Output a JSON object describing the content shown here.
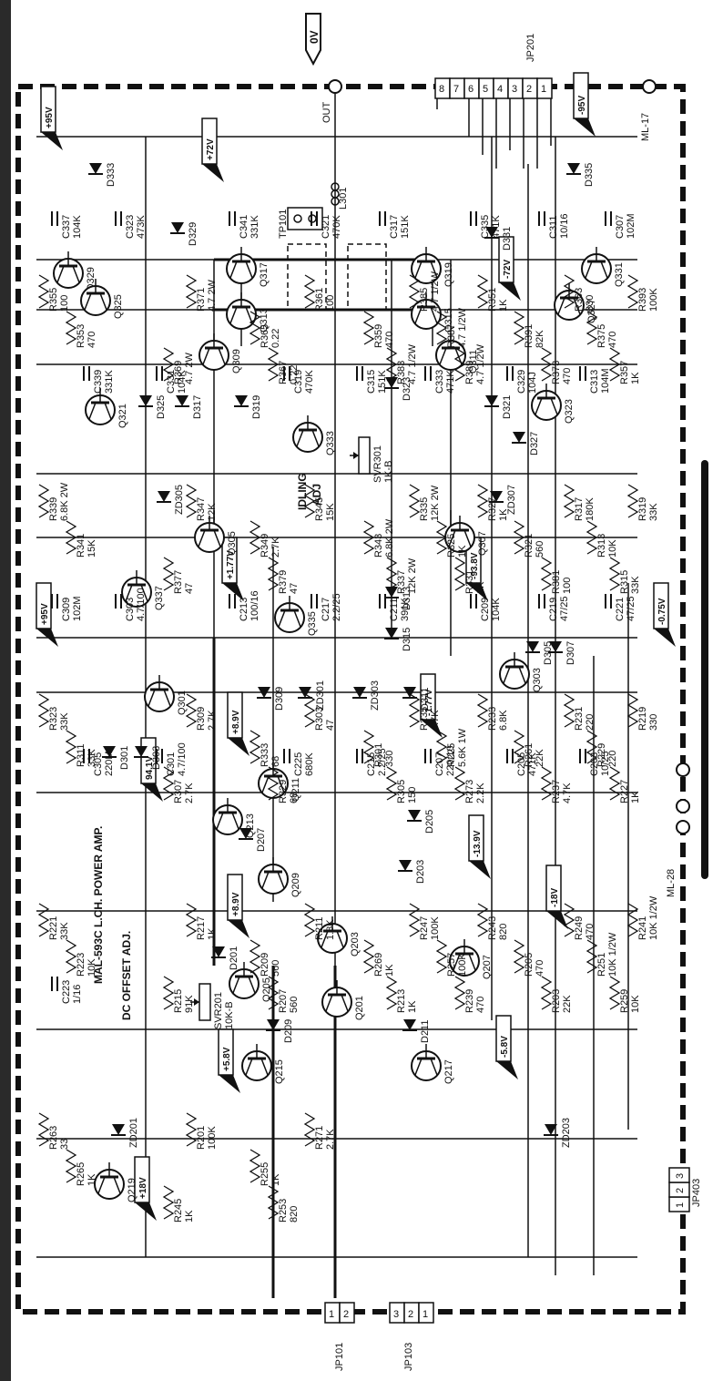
{
  "title": "MAL-593C  L.CH. POWER AMP.",
  "subtitle": "DC OFFSET ADJ.",
  "connectors": {
    "out_label": "OUT",
    "zero_v": "0V",
    "jp201": "JP201",
    "jp201_pins": [
      "8",
      "7",
      "6",
      "5",
      "4",
      "3",
      "2",
      "1"
    ],
    "ml17": "ML-17",
    "ml28": "ML-28",
    "jp101": "JP101",
    "jp101_pins": [
      "1",
      "2"
    ],
    "jp103": "JP103",
    "jp103_pins": [
      "3",
      "2",
      "1"
    ],
    "jp403": "JP403",
    "jp403_pins": [
      "1",
      "2",
      "3"
    ],
    "tp101": "TP101"
  },
  "rails": [
    {
      "id": "p95a",
      "text": "+95V"
    },
    {
      "id": "p72",
      "text": "+72V"
    },
    {
      "id": "m95",
      "text": "-95V"
    },
    {
      "id": "m72",
      "text": "-72V"
    },
    {
      "id": "p95b",
      "text": "+95V"
    },
    {
      "id": "p177",
      "text": "+1.77V"
    },
    {
      "id": "m938",
      "text": "-93.8V"
    },
    {
      "id": "m075",
      "text": "-0.75V"
    },
    {
      "id": "p89a",
      "text": "+8.9V"
    },
    {
      "id": "p941",
      "text": "94.1V"
    },
    {
      "id": "m177",
      "text": "-1.77V"
    },
    {
      "id": "m139",
      "text": "-13.9V"
    },
    {
      "id": "p89b",
      "text": "+8.9V"
    },
    {
      "id": "m18",
      "text": "-18V"
    },
    {
      "id": "p58",
      "text": "+5.8V"
    },
    {
      "id": "m58",
      "text": "-5.8V"
    },
    {
      "id": "p18",
      "text": "+18V"
    }
  ],
  "transistors": [
    "Q329",
    "Q325",
    "Q317",
    "Q313",
    "Q319",
    "Q315",
    "Q331",
    "Q327",
    "Q309",
    "Q321",
    "Q333",
    "Q311",
    "Q323",
    "Q305",
    "Q337",
    "Q335",
    "Q307",
    "Q301",
    "Q303",
    "Q211",
    "Q213",
    "Q209",
    "Q205",
    "Q203",
    "Q207",
    "Q201",
    "Q215",
    "Q217",
    "Q219"
  ],
  "diodes": [
    "D333",
    "D329",
    "D335",
    "D331",
    "D325",
    "D317",
    "D319",
    "D323",
    "D321",
    "D327",
    "ZD305",
    "ZD307",
    "D313",
    "D315",
    "D309",
    "ZD301",
    "ZD303",
    "D311",
    "D307",
    "D305",
    "D301",
    "D303",
    "D207",
    "D205",
    "D203",
    "D201",
    "D209",
    "D211",
    "ZD201",
    "ZD203"
  ],
  "resistors": [
    {
      "ref": "R355",
      "val": "100"
    },
    {
      "ref": "R353",
      "val": "470"
    },
    {
      "ref": "R369",
      "val": "4.7 2W"
    },
    {
      "ref": "R371",
      "val": "4.7 2W"
    },
    {
      "ref": "R365",
      "val": "0.22"
    },
    {
      "ref": "R367",
      "val": "0.22"
    },
    {
      "ref": "R361",
      "val": "100"
    },
    {
      "ref": "R359",
      "val": "470"
    },
    {
      "ref": "R383",
      "val": "4.7 1/2W"
    },
    {
      "ref": "R385",
      "val": "4.7 1/2W"
    },
    {
      "ref": "R387",
      "val": "4.7 1/2W"
    },
    {
      "ref": "R389",
      "val": "4.7 1/2W"
    },
    {
      "ref": "R351",
      "val": "1K"
    },
    {
      "ref": "R391",
      "val": "82K"
    },
    {
      "ref": "R373",
      "val": "470"
    },
    {
      "ref": "R363",
      "val": "330"
    },
    {
      "ref": "R375",
      "val": "470"
    },
    {
      "ref": "R357",
      "val": "1K"
    },
    {
      "ref": "R393",
      "val": "100K"
    },
    {
      "ref": "R339",
      "val": "6.8K 2W"
    },
    {
      "ref": "R341",
      "val": "15K"
    },
    {
      "ref": "R377",
      "val": "47"
    },
    {
      "ref": "R347",
      "val": "12K"
    },
    {
      "ref": "R349",
      "val": "2.7K"
    },
    {
      "ref": "R379",
      "val": "47"
    },
    {
      "ref": "R345",
      "val": "15K"
    },
    {
      "ref": "R343",
      "val": "6.8K 2W"
    },
    {
      "ref": "R337",
      "val": "12K 2W"
    },
    {
      "ref": "R335",
      "val": "12K 2W"
    },
    {
      "ref": "R325",
      "val": "1K"
    },
    {
      "ref": "R331",
      "val": "1K"
    },
    {
      "ref": "R327",
      "val": "1K"
    },
    {
      "ref": "R321",
      "val": "560"
    },
    {
      "ref": "R381",
      "val": "100"
    },
    {
      "ref": "R317",
      "val": "180K"
    },
    {
      "ref": "R313",
      "val": "10K"
    },
    {
      "ref": "R315",
      "val": "33K"
    },
    {
      "ref": "R319",
      "val": "33K"
    },
    {
      "ref": "R323",
      "val": "33K"
    },
    {
      "ref": "R311",
      "val": "33K"
    },
    {
      "ref": "R307",
      "val": "2.7K"
    },
    {
      "ref": "R309",
      "val": "2.7K"
    },
    {
      "ref": "R333",
      "val": "68"
    },
    {
      "ref": "R329",
      "val": "68"
    },
    {
      "ref": "R303",
      "val": "47"
    },
    {
      "ref": "R301",
      "val": "330"
    },
    {
      "ref": "R305",
      "val": "150"
    },
    {
      "ref": "R235",
      "val": "4.7K"
    },
    {
      "ref": "R225",
      "val": "5.6K 1W"
    },
    {
      "ref": "R273",
      "val": "2.2K"
    },
    {
      "ref": "R233",
      "val": "6.8K"
    },
    {
      "ref": "R261",
      "val": "22K"
    },
    {
      "ref": "R237",
      "val": "4.7K"
    },
    {
      "ref": "R231",
      "val": "220"
    },
    {
      "ref": "R229",
      "val": "220"
    },
    {
      "ref": "R227",
      "val": "1K"
    },
    {
      "ref": "R219",
      "val": "330"
    },
    {
      "ref": "R221",
      "val": "33K"
    },
    {
      "ref": "R223",
      "val": "10K"
    },
    {
      "ref": "R215",
      "val": "91K"
    },
    {
      "ref": "R217",
      "val": "1K"
    },
    {
      "ref": "R209",
      "val": "560"
    },
    {
      "ref": "R207",
      "val": "560"
    },
    {
      "ref": "R211",
      "val": "1.8K"
    },
    {
      "ref": "R269",
      "val": "1K"
    },
    {
      "ref": "R213",
      "val": "1K"
    },
    {
      "ref": "R247",
      "val": "100K"
    },
    {
      "ref": "R257",
      "val": "100K"
    },
    {
      "ref": "R239",
      "val": "470"
    },
    {
      "ref": "R243",
      "val": "820"
    },
    {
      "ref": "R205",
      "val": "470"
    },
    {
      "ref": "R203",
      "val": "22K"
    },
    {
      "ref": "R249",
      "val": "470"
    },
    {
      "ref": "R251",
      "val": "10K 1/2W"
    },
    {
      "ref": "R259",
      "val": "10K"
    },
    {
      "ref": "R241",
      "val": "10K 1/2W"
    },
    {
      "ref": "R263",
      "val": "33"
    },
    {
      "ref": "R265",
      "val": "1K"
    },
    {
      "ref": "R245",
      "val": "1K"
    },
    {
      "ref": "R201",
      "val": "100K"
    },
    {
      "ref": "R255",
      "val": "1K"
    },
    {
      "ref": "R253",
      "val": "820"
    },
    {
      "ref": "R271",
      "val": "2.7K"
    }
  ],
  "capacitors": [
    {
      "ref": "C337",
      "val": "104K"
    },
    {
      "ref": "C339",
      "val": "331K"
    },
    {
      "ref": "C323",
      "val": "473K"
    },
    {
      "ref": "C331",
      "val": "104K"
    },
    {
      "ref": "C341",
      "val": "331K"
    },
    {
      "ref": "C319",
      "val": "470K"
    },
    {
      "ref": "C321",
      "val": "470K"
    },
    {
      "ref": "C315",
      "val": "151K"
    },
    {
      "ref": "C317",
      "val": "151K"
    },
    {
      "ref": "C333",
      "val": "471K"
    },
    {
      "ref": "C335",
      "val": "471K"
    },
    {
      "ref": "C329",
      "val": "104J"
    },
    {
      "ref": "C311",
      "val": "10/16"
    },
    {
      "ref": "C313",
      "val": "104M"
    },
    {
      "ref": "C307",
      "val": "102M"
    },
    {
      "ref": "C309",
      "val": "102M"
    },
    {
      "ref": "C305",
      "val": "220M"
    },
    {
      "ref": "C303",
      "val": "4.7/100"
    },
    {
      "ref": "C301",
      "val": "4.7/100"
    },
    {
      "ref": "C213",
      "val": "100/16"
    },
    {
      "ref": "C225",
      "val": "680K"
    },
    {
      "ref": "C217",
      "val": "2.2/25"
    },
    {
      "ref": "C215",
      "val": "2.2/25"
    },
    {
      "ref": "C211",
      "val": "391K"
    },
    {
      "ref": "C207",
      "val": "220/10"
    },
    {
      "ref": "C209",
      "val": "104K"
    },
    {
      "ref": "C205",
      "val": "471K"
    },
    {
      "ref": "C219",
      "val": "47/25"
    },
    {
      "ref": "C203",
      "val": "10/25"
    },
    {
      "ref": "C221",
      "val": "47/25"
    },
    {
      "ref": "C223",
      "val": "1/16"
    }
  ],
  "adjust": [
    {
      "ref": "SVR201",
      "val": "10K-B"
    },
    {
      "ref": "SVR301",
      "val": "1K-B"
    },
    {
      "ref": "IDLING",
      "val": "ADJ"
    }
  ]
}
